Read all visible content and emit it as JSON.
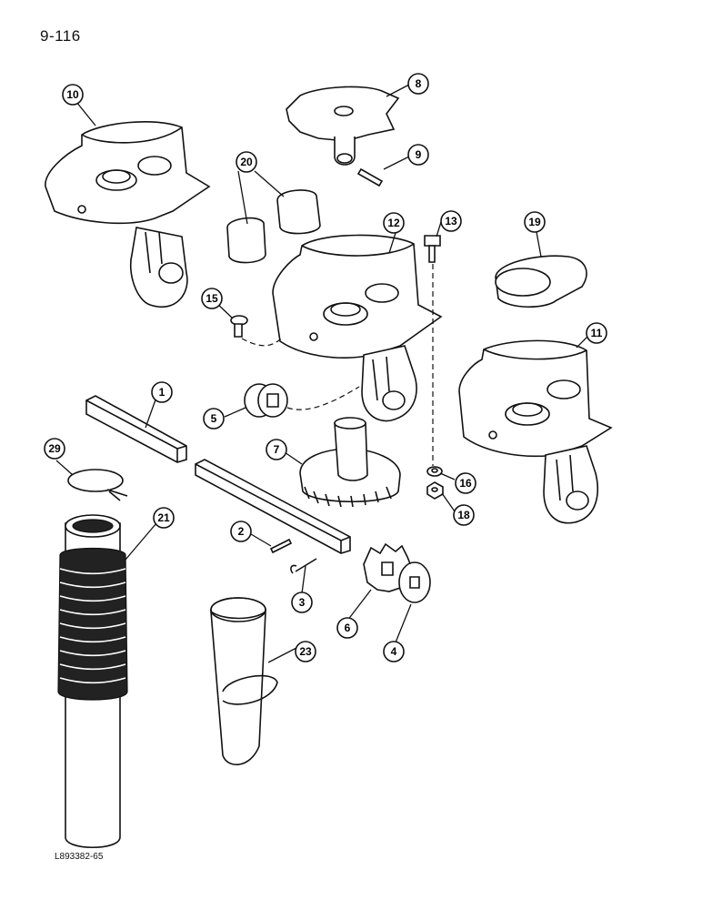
{
  "page_number": "9-116",
  "figure_code": "L893382-65",
  "callouts": {
    "c1": "1",
    "c2": "2",
    "c3": "3",
    "c4": "4",
    "c5": "5",
    "c6": "6",
    "c7": "7",
    "c8": "8",
    "c9": "9",
    "c10": "10",
    "c11": "11",
    "c12": "12",
    "c13": "13",
    "c15": "15",
    "c16": "16",
    "c18": "18",
    "c19": "19",
    "c20": "20",
    "c21": "21",
    "c23": "23",
    "c29": "29"
  }
}
